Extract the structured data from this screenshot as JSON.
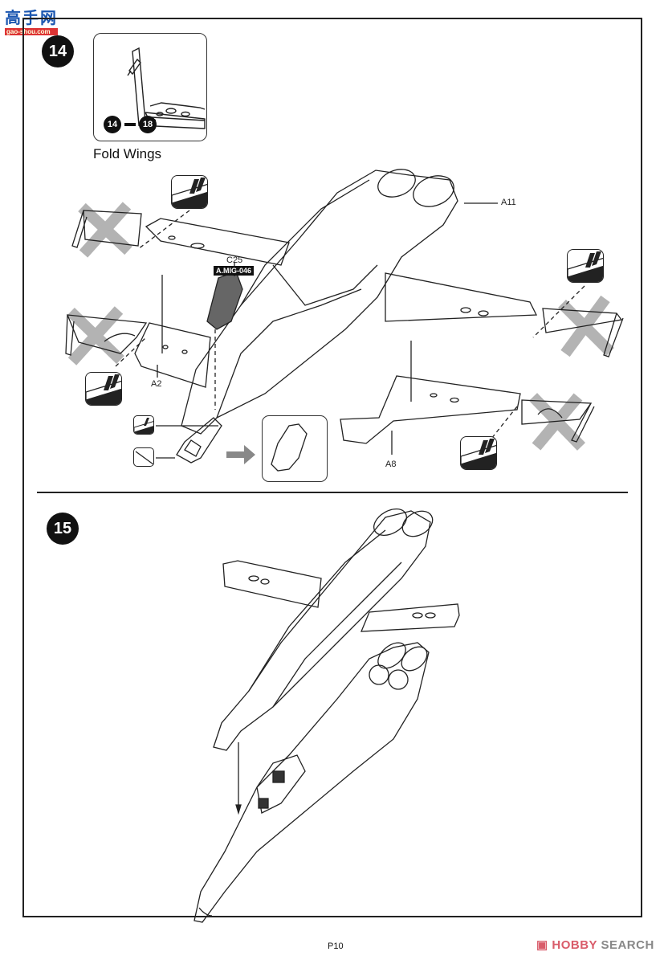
{
  "watermark": {
    "site_name": "高手网",
    "site_url": "gao-shou.com"
  },
  "step14": {
    "number": "14",
    "inset": {
      "range_start": "14",
      "range_end": "18",
      "caption": "Fold Wings"
    },
    "parts": {
      "canopy": "C25",
      "paint_code": "A.MIG-046",
      "right_nozzle": "A11",
      "left_wing_lower": "A2",
      "right_wing_lower": "A8"
    },
    "symbols": [
      "fold-wing-symbol",
      "fold-wing-symbol",
      "fold-wing-symbol",
      "fold-wing-symbol",
      "glue-symbol",
      "cut-symbol"
    ]
  },
  "step15": {
    "number": "15"
  },
  "footer": {
    "page": "P10",
    "brand_accent": "HOBBY",
    "brand_rest": "SEARCH",
    "brand_color": "#d95c6a"
  }
}
